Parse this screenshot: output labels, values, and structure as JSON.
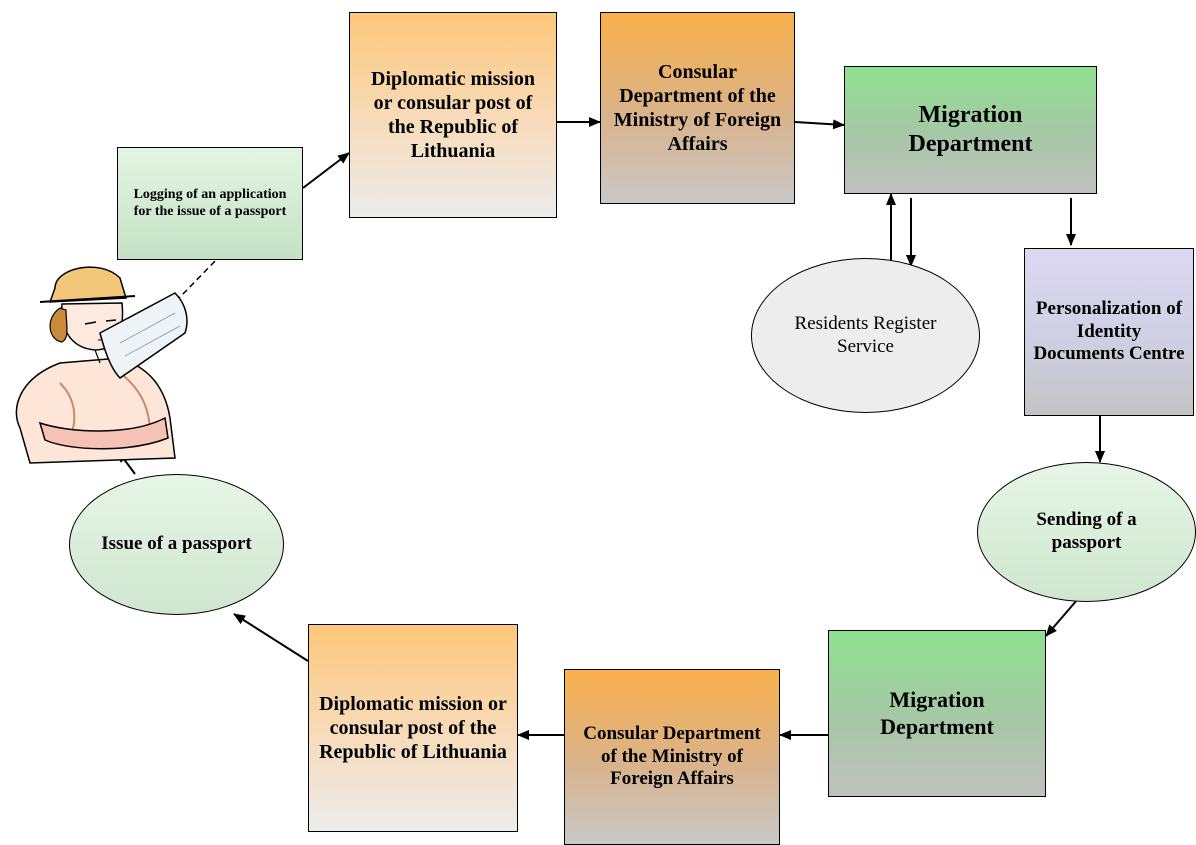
{
  "nodes": {
    "logging": "Logging of an application for the issue of a passport",
    "mission_top": "Diplomatic mission or consular post of the Republic of Lithuania",
    "consular_top": "Consular Department of the Ministry of Foreign Affairs",
    "migration_top": "Migration Department",
    "residents": "Residents Register Service",
    "personalization": "Personalization of Identity Documents Centre",
    "sending": "Sending of a passport",
    "migration_bottom": "Migration Department",
    "consular_bottom": "Consular Department of the Ministry of Foreign Affairs",
    "mission_bottom": "Diplomatic mission or consular post of the Republic of Lithuania",
    "issue": "Issue of a passport"
  },
  "colors": {
    "orange": "#fdc77a",
    "orange_dark": "#f9b04a",
    "green": "#8fe08f",
    "lilac": "#ddd8f2",
    "ellipse_fill": "#ededed"
  },
  "icons": {
    "person": "worker-with-hard-hat-and-blueprints-icon"
  }
}
